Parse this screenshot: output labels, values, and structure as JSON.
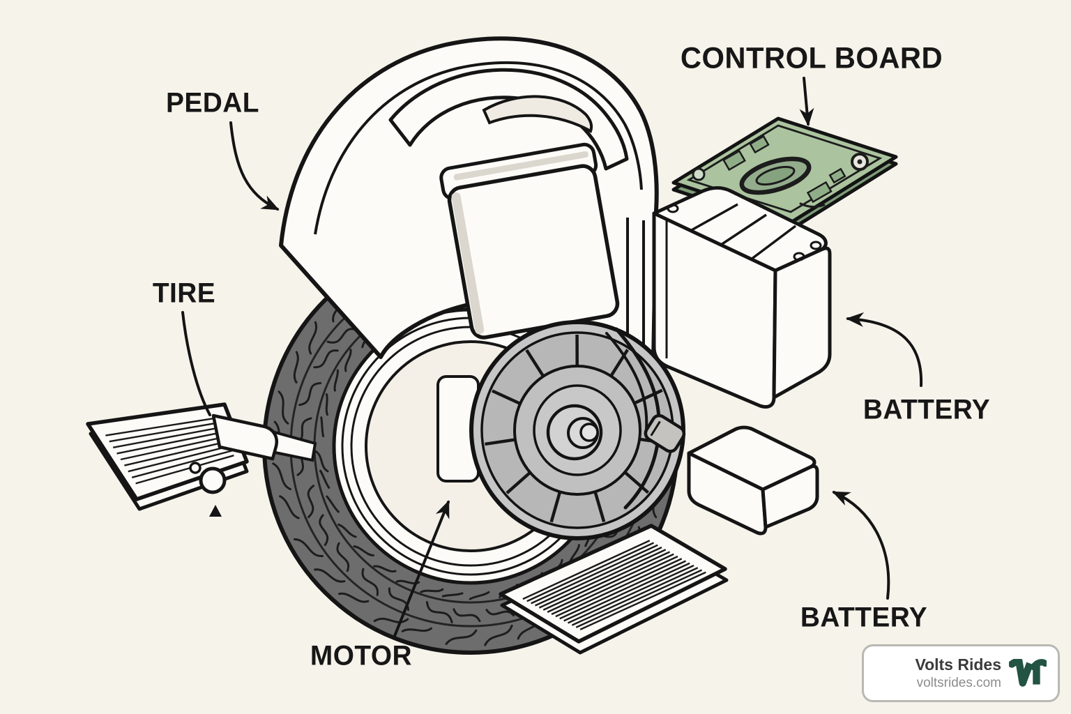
{
  "labels": {
    "pedal": "PEDAL",
    "tire": "TIRE",
    "motor": "MOTOR",
    "control_board": "CONTROL BOARD",
    "battery_upper": "BATTERY",
    "battery_lower": "BATTERY"
  },
  "brand": {
    "name": "Volts Rides",
    "website": "voltsrides.com",
    "logo_icon": "vr-monogram-icon",
    "logo_color": "#235343"
  },
  "colors": {
    "background": "#f6f3eb",
    "ink": "#171717",
    "shell_white": "#fcfbf7",
    "tire_gray": "#6d6d6d",
    "motor_gray": "#c6c6c6",
    "board_green": "#abc49f",
    "brand_text": "#3b3b3b",
    "brand_muted": "#8c8c8c"
  }
}
